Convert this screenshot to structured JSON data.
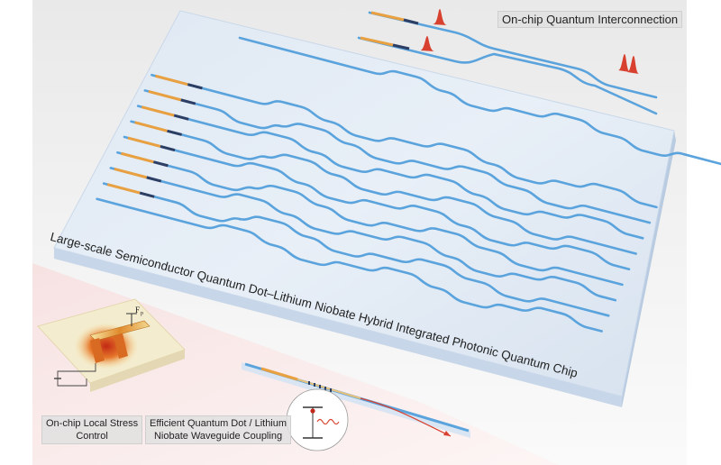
{
  "labels": {
    "interconnection": "On-chip Quantum Interconnection",
    "chip_title": "Large-scale Semiconductor Quantum Dot–Lithium Niobate Hybrid Integrated Photonic Quantum Chip",
    "stress_line1": "On-chip Local Stress",
    "stress_line2": "Control",
    "coupling_line1": "Efficient Quantum Dot / Lithium",
    "coupling_line2": "Niobate Waveguide Coupling",
    "force_symbol": "F",
    "force_subscript": "p"
  },
  "colors": {
    "waveguide": "#5aa3dc",
    "chip_surface": "#e3ecf6",
    "chip_edge": "#c9d8ea",
    "quantum_dot": "#e8a040",
    "emission_peak": "#d8402f",
    "lower_panel": "#fbefef"
  }
}
